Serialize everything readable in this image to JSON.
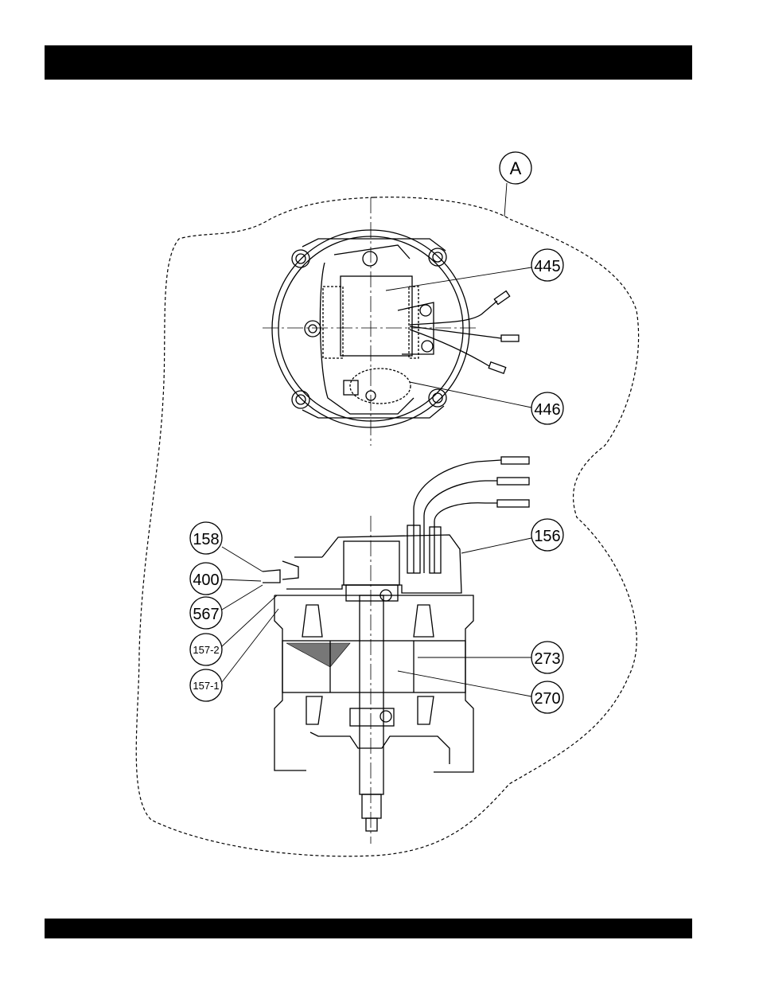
{
  "diagram": {
    "detail_label": "A",
    "callouts": [
      {
        "id": "445",
        "label": "445"
      },
      {
        "id": "446",
        "label": "446"
      },
      {
        "id": "156",
        "label": "156"
      },
      {
        "id": "158",
        "label": "158"
      },
      {
        "id": "400",
        "label": "400"
      },
      {
        "id": "567",
        "label": "567"
      },
      {
        "id": "157-2",
        "label": "157-2"
      },
      {
        "id": "157-1",
        "label": "157-1"
      },
      {
        "id": "273",
        "label": "273"
      },
      {
        "id": "270",
        "label": "270"
      }
    ]
  }
}
